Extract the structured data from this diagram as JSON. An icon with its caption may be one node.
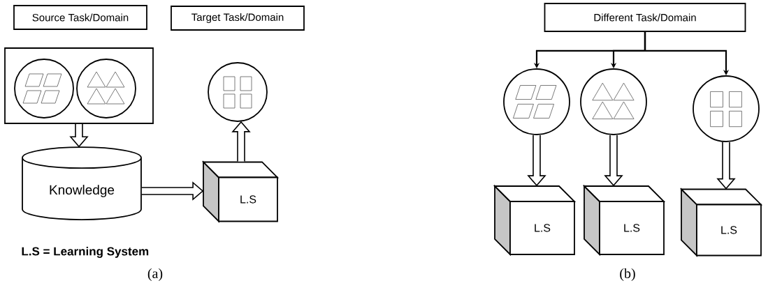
{
  "diagram": {
    "nodes": [
      {
        "text": [
          "Source Task/Domain"
        ]
      },
      {
        "text": [
          "Target Task/Domain"
        ]
      },
      {
        "text": [],
        "shape": "box"
      },
      {
        "text": [],
        "shape": "circle",
        "in": 2
      },
      {
        "text": [],
        "shape": "circle",
        "in": 2
      },
      {
        "text": [
          "Knowledge"
        ]
      },
      {
        "text": [],
        "shape": "circle"
      },
      {
        "text": [
          "L.S"
        ]
      },
      {
        "text": [
          "Different Task/Domain"
        ]
      },
      {
        "text": [],
        "shape": "circle"
      },
      {
        "text": [],
        "shape": "circle"
      },
      {
        "text": [],
        "shape": "circle"
      },
      {
        "text": [
          "L.S"
        ]
      },
      {
        "text": [
          "L.S"
        ]
      },
      {
        "text": [
          "L.S"
        ]
      }
    ],
    "edges": [
      {
        "from": 2,
        "to": 5,
        "arrow": "to"
      },
      {
        "from": 5,
        "to": 7,
        "arrow": "to"
      },
      {
        "from": 7,
        "to": 6,
        "arrow": "to"
      },
      {
        "from": 8,
        "to": 9,
        "arrow": "to"
      },
      {
        "from": 8,
        "to": 10,
        "arrow": "to"
      },
      {
        "from": 8,
        "to": 11,
        "arrow": "to"
      },
      {
        "from": 9,
        "to": 12,
        "arrow": "to"
      },
      {
        "from": 10,
        "to": 13,
        "arrow": "to"
      },
      {
        "from": 11,
        "to": 14,
        "arrow": "to"
      }
    ],
    "labels": [
      "L.S = Learning System",
      "(a)",
      "(b)"
    ]
  }
}
